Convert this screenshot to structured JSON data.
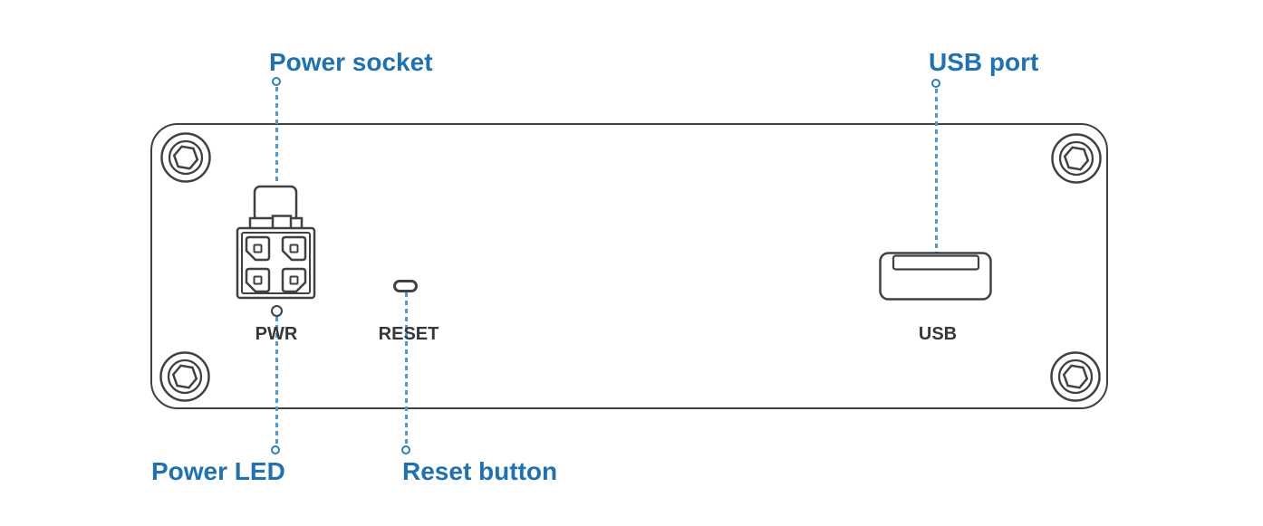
{
  "diagram": {
    "type": "device-rear-panel-annotated",
    "callouts": {
      "power_socket": "Power socket",
      "usb_port": "USB port",
      "power_led": "Power LED",
      "reset_button": "Reset button"
    },
    "panel_labels": {
      "pwr": "PWR",
      "reset": "RESET",
      "usb": "USB"
    },
    "icons": {
      "corner_screws": "hex-socket-screw-icon",
      "power_socket": "4-pin-power-socket-icon",
      "power_led": "led-indicator-icon",
      "reset": "reset-pinhole-icon",
      "usb": "usb-type-a-port-icon"
    },
    "colors": {
      "callout_blue": "#1e71b5",
      "dash_blue": "#4d99d4",
      "marker_blue": "#2e7fc0",
      "outline_gray": "#3f4144",
      "panel_text_dark": "#35383b",
      "background": "#ffffff"
    }
  }
}
